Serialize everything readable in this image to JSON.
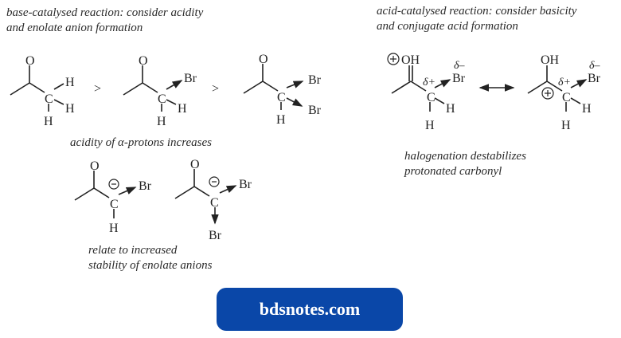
{
  "base_section": {
    "heading_line1": "base-catalysed reaction: consider acidity",
    "heading_line2": "and enolate anion formation",
    "caption": "acidity of α-protons increases",
    "comparison_symbol": ">",
    "enolate_caption_line1": "relate to increased",
    "enolate_caption_line2": "stability of enolate anions"
  },
  "acid_section": {
    "heading_line1": "acid-catalysed reaction: consider basicity",
    "heading_line2": "and conjugate acid formation",
    "caption_line1": "halogenation destabilizes",
    "caption_line2": "protonated carbonyl"
  },
  "atoms": {
    "O": "O",
    "C": "C",
    "H": "H",
    "Br": "Br",
    "OH": "OH",
    "delta_plus": "δ+",
    "delta_minus": "δ–",
    "plus": "+",
    "minus": "−"
  },
  "brand": {
    "label": "bdsnotes.com",
    "color": "#0a47a8"
  }
}
